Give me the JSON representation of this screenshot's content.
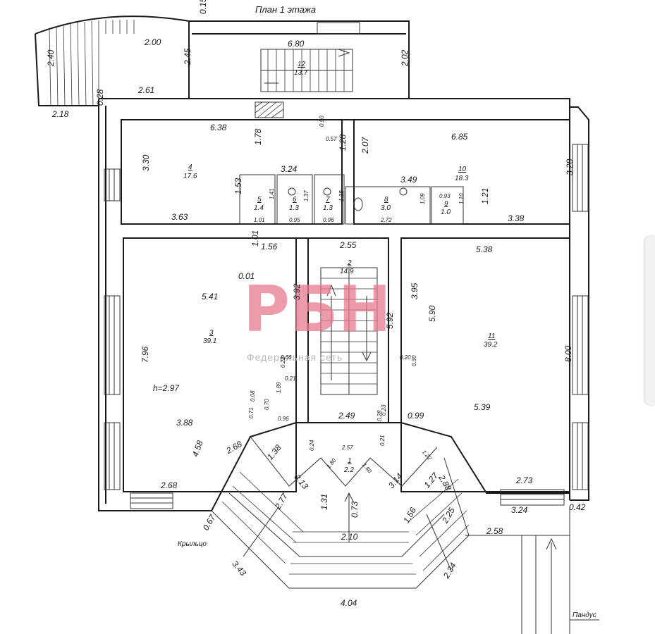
{
  "title": "План 1 этажа",
  "watermark": {
    "brand": "РБН",
    "sub": "Федеральная сеть",
    "color": "#e7798f"
  },
  "labels": {
    "porch": "Крыльцо",
    "ramp": "Пандус"
  },
  "rooms": [
    {
      "num": "1",
      "area": "2.2"
    },
    {
      "num": "2",
      "area": "14.9"
    },
    {
      "num": "3",
      "area": "39.1"
    },
    {
      "num": "4",
      "area": "17.6"
    },
    {
      "num": "5",
      "area": "1.4"
    },
    {
      "num": "6",
      "area": "1.3"
    },
    {
      "num": "7",
      "area": "1.3"
    },
    {
      "num": "8",
      "area": "3.0"
    },
    {
      "num": "9",
      "area": "1.0"
    },
    {
      "num": "10",
      "area": "18.3"
    },
    {
      "num": "11",
      "area": "39.2"
    },
    {
      "num": "12",
      "area": "13.7"
    }
  ],
  "height_note": "h=2.97",
  "dimensions": [
    "0.15",
    "2.00",
    "2.45",
    "6.80",
    "2.02",
    "2.40",
    "2.18",
    "0.28",
    "2.61",
    "6.38",
    "1.78",
    "3.30",
    "3.24",
    "0.50",
    "0.57",
    "1.28",
    "2.07",
    "6.85",
    "3.49",
    "3.28",
    "1.53",
    "1.21",
    "3.63",
    "1.01",
    "0.95",
    "0.96",
    "2.72",
    "0.93",
    "1.10",
    "1.09",
    "3.38",
    "1.01",
    "1.56",
    "2.55",
    "5.38",
    "0.01",
    "5.41",
    "3.92",
    "3.95",
    "5.92",
    "5.90",
    "7.96",
    "8.00",
    "0.66",
    "0.22",
    "0.21",
    "0.20",
    "0.30",
    "1.89",
    "0.08",
    "0.70",
    "0.71",
    "0.96",
    "2.49",
    "0.23",
    "0.28",
    "0.99",
    "5.39",
    "3.88",
    "4.58",
    "2.68",
    "1.38",
    "2.57",
    "0.24",
    "0.21",
    "1.80",
    "1.80",
    "3.13",
    "3.14",
    "1.22",
    "1.27",
    "2.88",
    "2.68",
    "2.73",
    "2.77",
    "1.31",
    "0.73",
    "1.56",
    "2.25",
    "3.24",
    "0.42",
    "0.67",
    "2.10",
    "2.58",
    "3.43",
    "2.34",
    "4.04",
    "1.41",
    "1.37",
    "1.38"
  ]
}
